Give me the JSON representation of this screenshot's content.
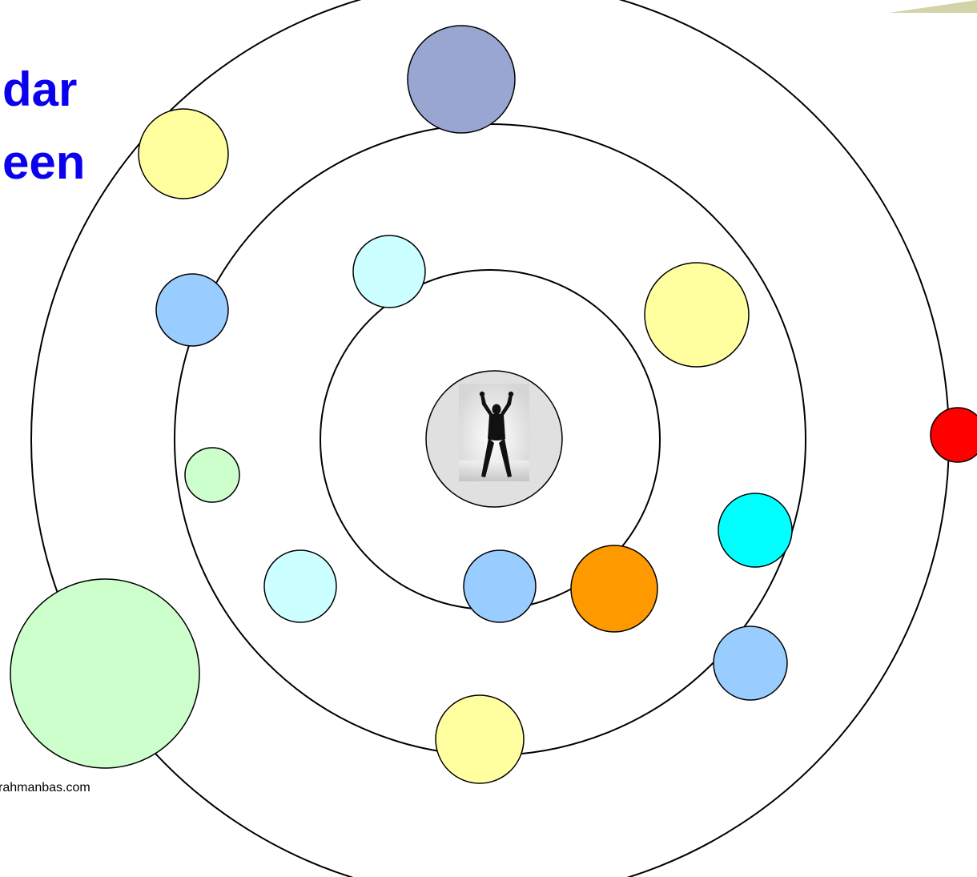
{
  "title": {
    "line1": "dar",
    "line2": "een",
    "color": "#0a00ee"
  },
  "footer": {
    "text": "rahmanbas.com"
  },
  "colors": {
    "corner_accent": "#d3d3a8",
    "ring_stroke": "#000000",
    "center_fill": "#e0e0e0"
  },
  "center_figure": {
    "icon": "person-arms-raised-icon"
  },
  "rings": [
    "inner-ring",
    "middle-ring",
    "outer-ring"
  ],
  "bubbles": [
    {
      "name": "bubble-slate-blue-top",
      "color": "#99a6d2"
    },
    {
      "name": "bubble-yellow-top-left",
      "color": "#ffffa0"
    },
    {
      "name": "bubble-pale-cyan-upper",
      "color": "#ccffff"
    },
    {
      "name": "bubble-yellow-right",
      "color": "#ffffa0"
    },
    {
      "name": "bubble-light-blue-left",
      "color": "#99ccff"
    },
    {
      "name": "bubble-red-right-edge",
      "color": "#ff0000"
    },
    {
      "name": "bubble-light-green-small",
      "color": "#ccffcc"
    },
    {
      "name": "bubble-cyan-right",
      "color": "#00ffff"
    },
    {
      "name": "bubble-pale-cyan-lower-left",
      "color": "#ccffff"
    },
    {
      "name": "bubble-light-blue-center",
      "color": "#99ccff"
    },
    {
      "name": "bubble-orange",
      "color": "#ff9900"
    },
    {
      "name": "bubble-light-blue-lower-right",
      "color": "#99ccff"
    },
    {
      "name": "bubble-yellow-bottom",
      "color": "#ffffa0"
    },
    {
      "name": "bubble-light-green-large",
      "color": "#ccffcc"
    }
  ]
}
